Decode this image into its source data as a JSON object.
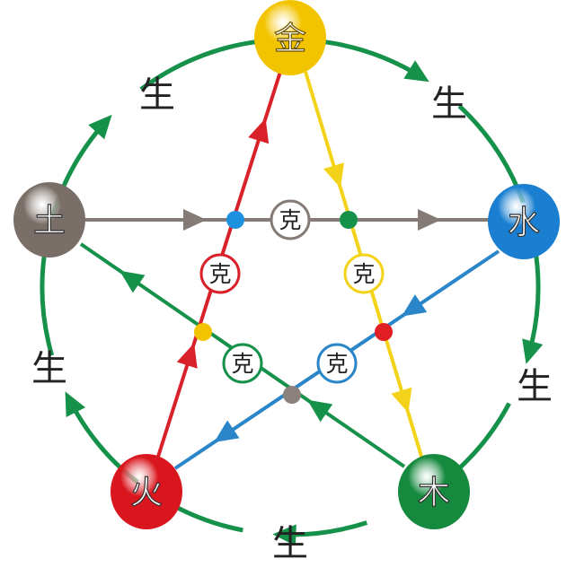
{
  "elements": [
    {
      "id": "metal",
      "label": "金",
      "color": "#f2c400"
    },
    {
      "id": "water",
      "label": "水",
      "color": "#1a7fd0"
    },
    {
      "id": "wood",
      "label": "木",
      "color": "#15893e"
    },
    {
      "id": "fire",
      "label": "火",
      "color": "#d9161e"
    },
    {
      "id": "earth",
      "label": "土",
      "color": "#7a6f68"
    }
  ],
  "generate_label": "生",
  "overcome_label": "克",
  "generate_color": "#15914a",
  "overcome_lines": [
    {
      "from": "earth",
      "to": "water",
      "color": "#857b76"
    },
    {
      "from": "metal",
      "to": "wood",
      "color": "#f3d21a"
    },
    {
      "from": "water",
      "to": "fire",
      "color": "#2a86c8"
    },
    {
      "from": "wood",
      "to": "earth",
      "color": "#15914a"
    },
    {
      "from": "fire",
      "to": "metal",
      "color": "#d9212a"
    }
  ],
  "intersection_colors": [
    "#1e90e0",
    "#15914a",
    "#f2c400",
    "#e01e24",
    "#8a817c"
  ]
}
